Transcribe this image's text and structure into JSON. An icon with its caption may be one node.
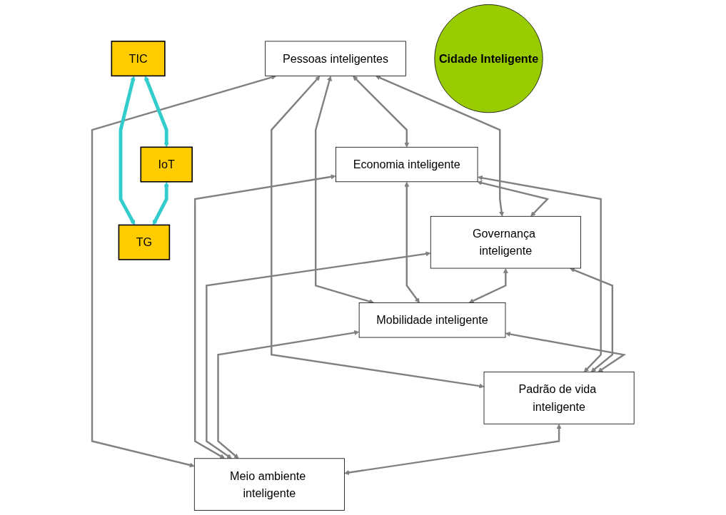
{
  "diagram": {
    "nodes": [
      {
        "text": [
          "Pessoas inteligentes"
        ]
      },
      {
        "text": [
          "Economia inteligente"
        ]
      },
      {
        "text": [
          "TIC"
        ]
      },
      {
        "text": [
          "Governança inteligente"
        ]
      },
      {
        "text": [
          "Cidade Inteligente"
        ]
      },
      {
        "text": [
          "Mobilidade inteligente"
        ]
      },
      {
        "text": [
          "IoT"
        ]
      },
      {
        "text": [
          "TG"
        ]
      },
      {
        "text": [
          "Padrão de vida inteligente"
        ]
      },
      {
        "text": [
          "Meio ambiente inteligente"
        ]
      }
    ],
    "edges": [
      {
        "from": 0,
        "to": 1,
        "arrow": "both"
      },
      {
        "from": 0,
        "to": 3,
        "arrow": "both"
      },
      {
        "from": 0,
        "to": 8,
        "arrow": "both"
      },
      {
        "from": 0,
        "to": 9,
        "arrow": "both"
      },
      {
        "from": 0,
        "to": 5,
        "arrow": "both"
      },
      {
        "from": 1,
        "to": 3,
        "arrow": "both"
      },
      {
        "from": 1,
        "to": 8,
        "arrow": "both"
      },
      {
        "from": 1,
        "to": 9,
        "arrow": "both"
      },
      {
        "from": 1,
        "to": 5,
        "arrow": "both"
      },
      {
        "from": 3,
        "to": 5,
        "arrow": "both"
      },
      {
        "from": 3,
        "to": 8,
        "arrow": "both"
      },
      {
        "from": 3,
        "to": 9,
        "arrow": "both"
      },
      {
        "from": 5,
        "to": 8,
        "arrow": "both"
      },
      {
        "from": 5,
        "to": 9,
        "arrow": "both"
      },
      {
        "from": 8,
        "to": 9,
        "arrow": "both"
      },
      {
        "from": 2,
        "to": 6,
        "arrow": "both",
        "style": "thick",
        "color": "#33cccc"
      },
      {
        "from": 2,
        "to": 7,
        "arrow": "both",
        "style": "thick",
        "color": "#33cccc"
      },
      {
        "from": 6,
        "to": 7,
        "arrow": "both",
        "style": "thick",
        "color": "#33cccc"
      }
    ]
  }
}
